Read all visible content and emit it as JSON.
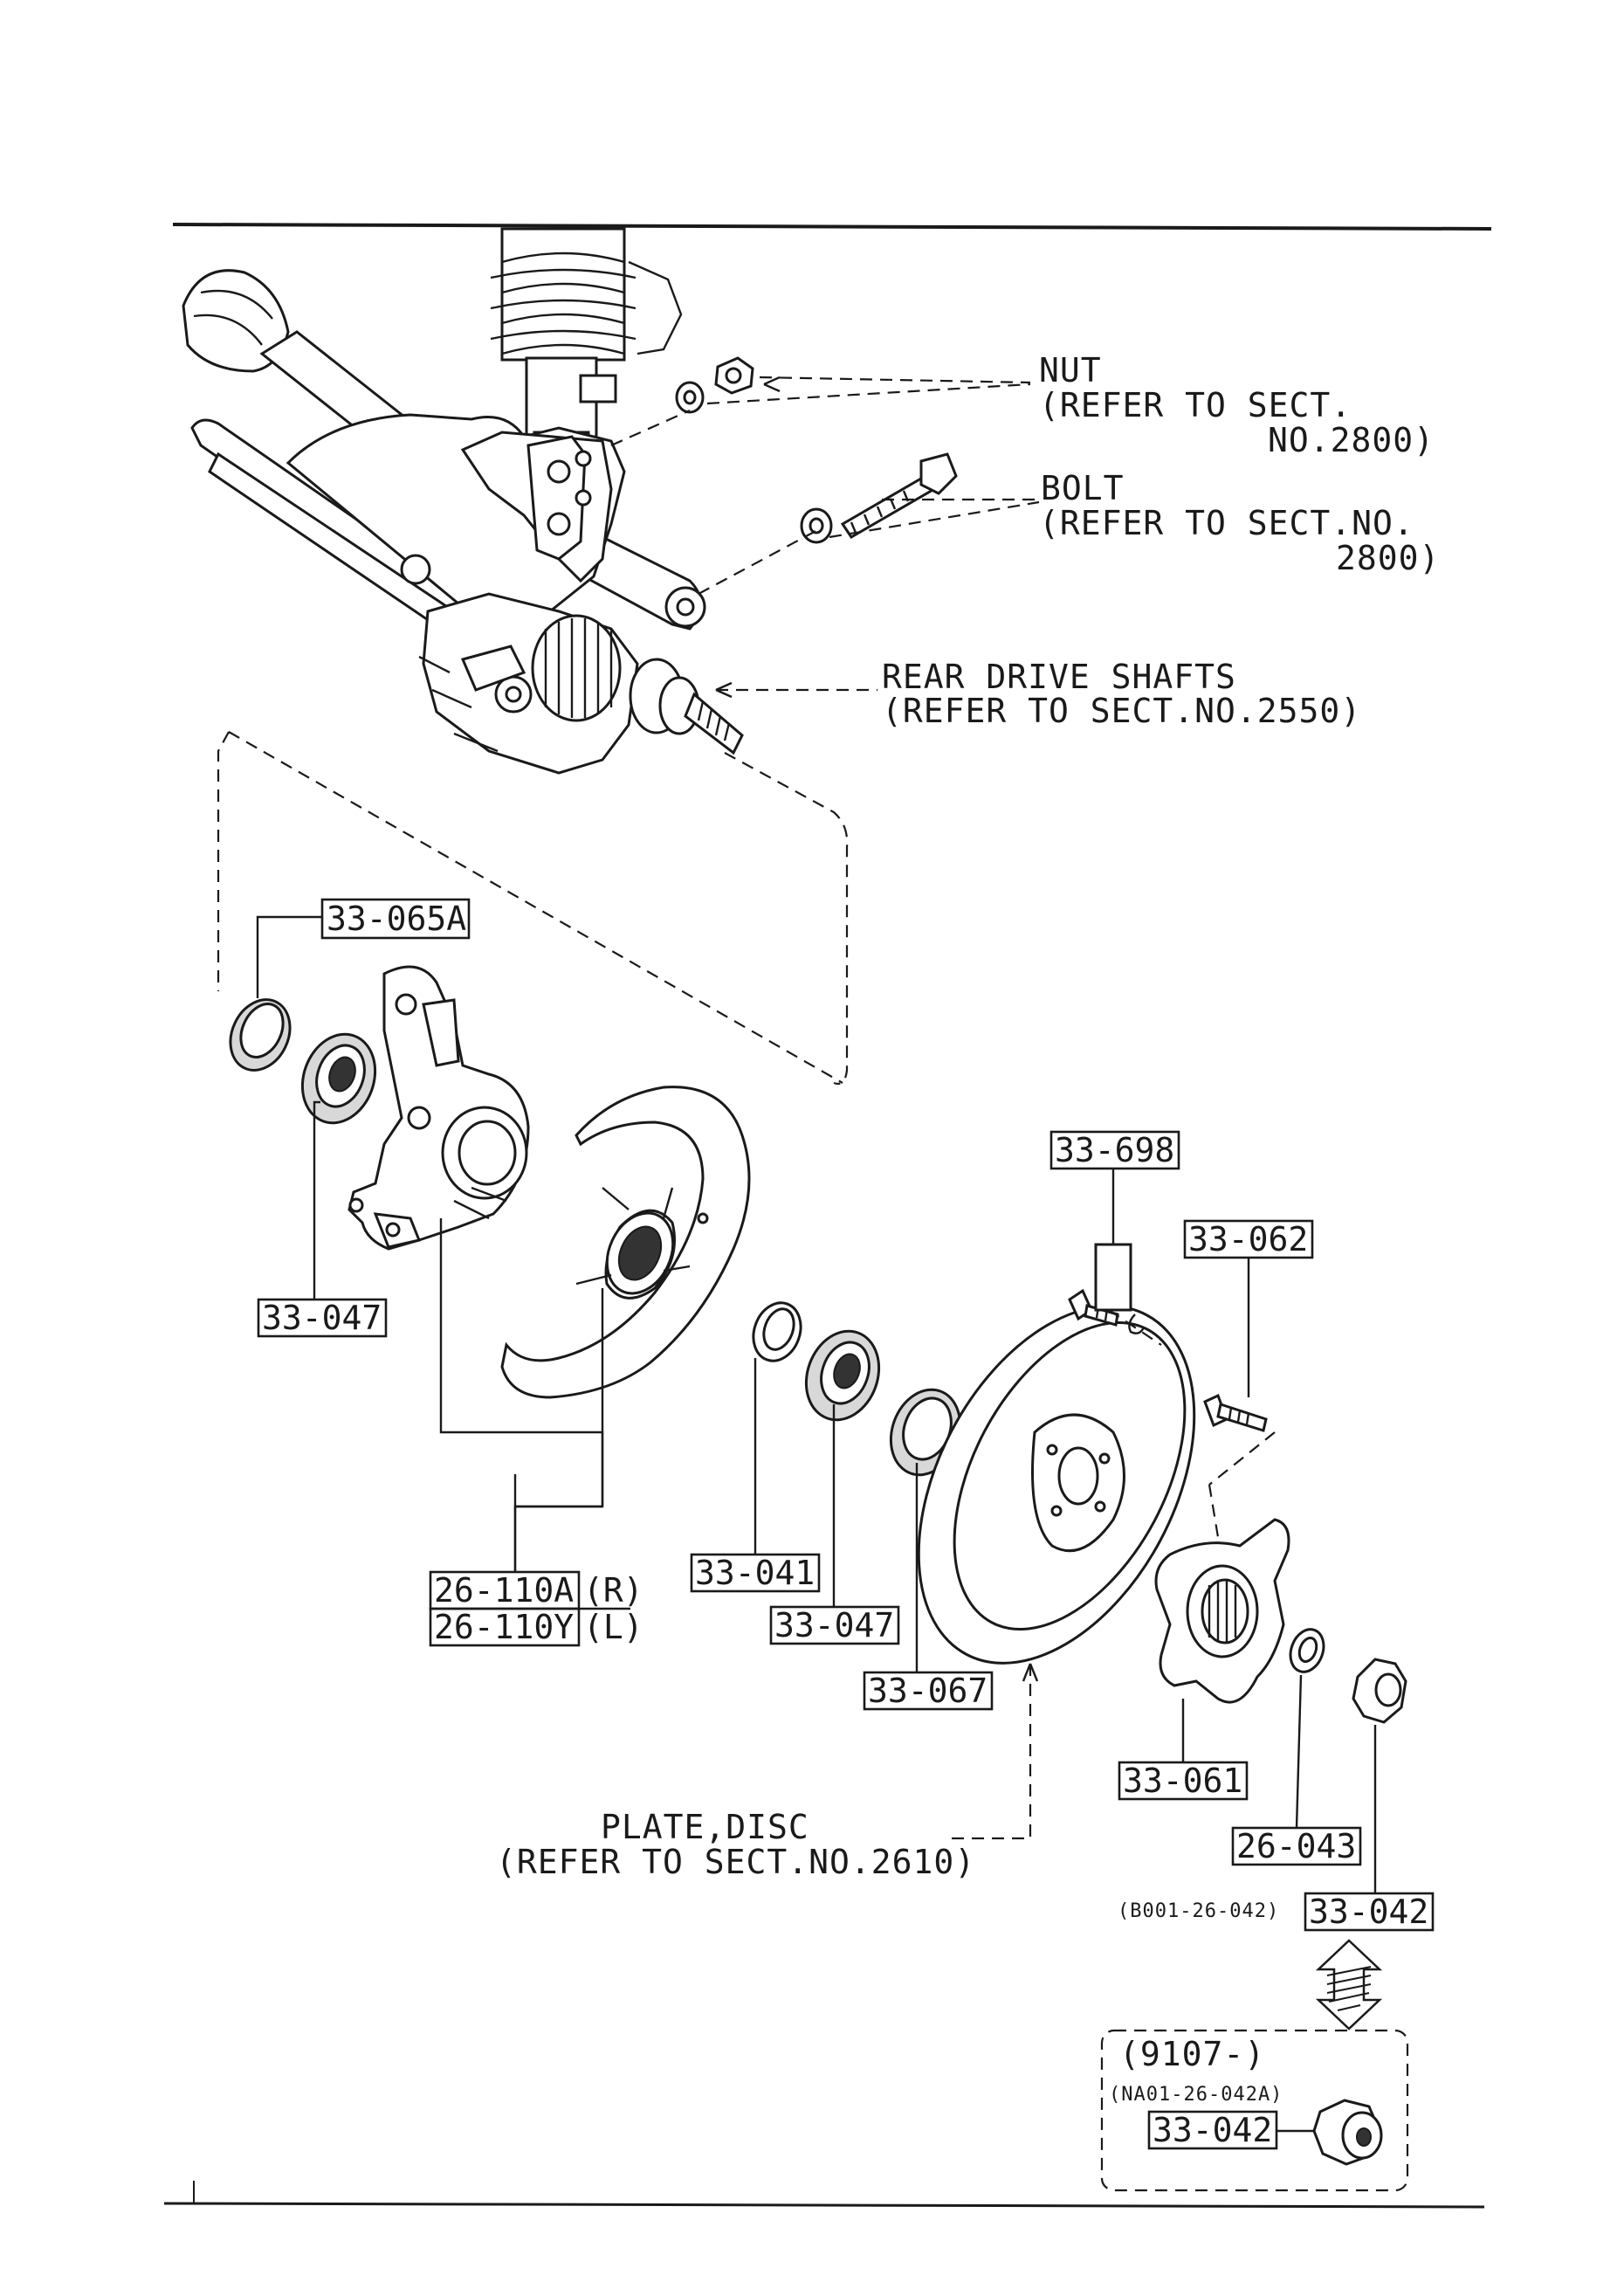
{
  "callouts": {
    "nut": [
      "NUT",
      "(REFER TO SECT.",
      "NO.2800)"
    ],
    "bolt": [
      "BOLT",
      "(REFER TO SECT.NO.",
      "2800)"
    ],
    "rear_drive_shafts": [
      "REAR DRIVE SHAFTS",
      "(REFER TO SECT.NO.2550)"
    ],
    "plate_disc": [
      "PLATE,DISC",
      "(REFER TO SECT.NO.2610)"
    ]
  },
  "part_numbers": {
    "p33_065A": "33-065A",
    "p33_047_left": "33-047",
    "p26_110A": "26-110A",
    "p26_110A_side": "(R)",
    "p26_110Y": "26-110Y",
    "p26_110Y_side": "(L)",
    "p33_041": "33-041",
    "p33_047_right": "33-047",
    "p33_067": "33-067",
    "p33_698": "33-698",
    "p33_062": "33-062",
    "p33_061": "33-061",
    "p26_043": "26-043",
    "p33_042": "33-042",
    "p33_042_old_ref": "(B001-26-042)",
    "p33_042_new": "33-042"
  },
  "inset": {
    "date_range": "(9107-)",
    "ref": "(NA01-26-042A)"
  }
}
